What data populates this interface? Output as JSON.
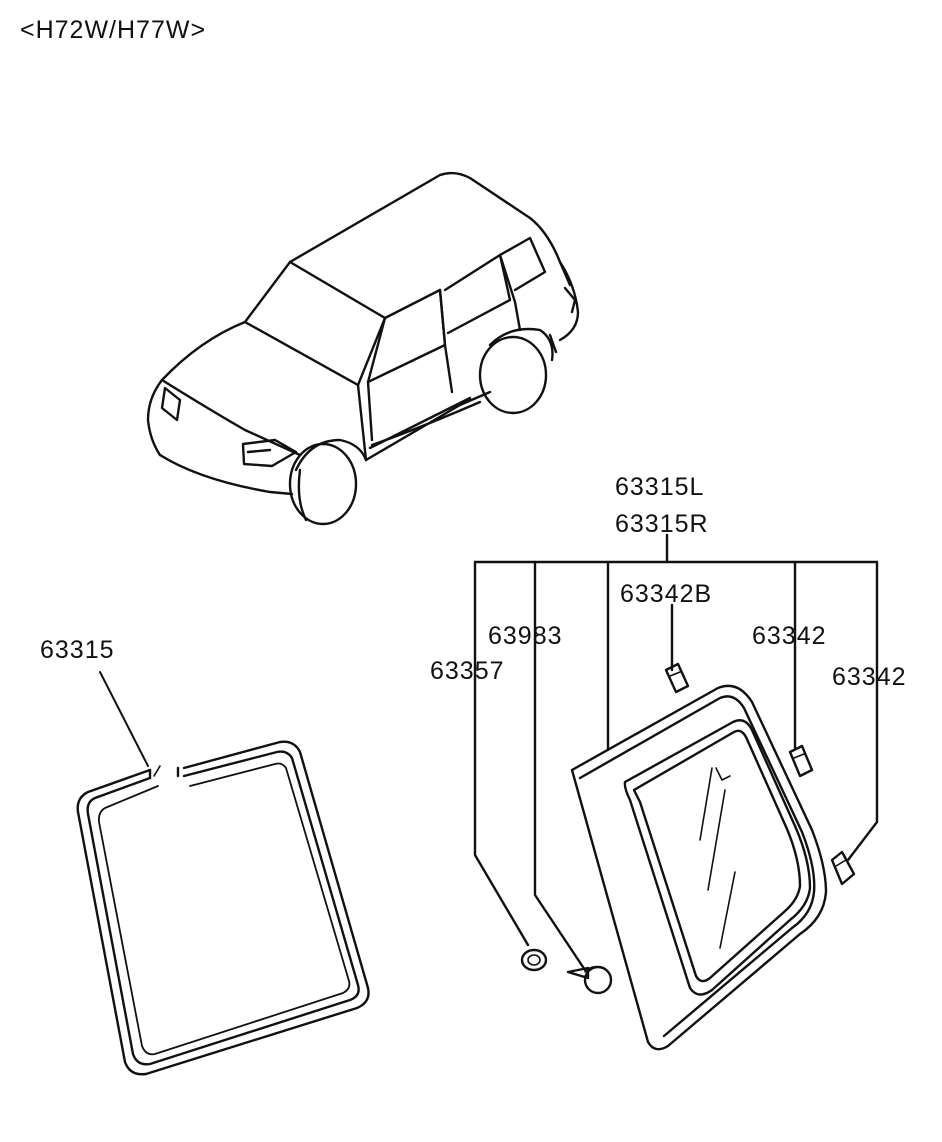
{
  "title": "<H72W/H77W>",
  "parts": {
    "seal": "63315",
    "glass_l": "63315L",
    "glass_r": "63315R",
    "clip_a": "63357",
    "fastener": "63983",
    "spacer_b": "63342B",
    "spacer_1": "63342",
    "spacer_2": "63342"
  },
  "colors": {
    "line": "#111111",
    "background": "#ffffff"
  }
}
